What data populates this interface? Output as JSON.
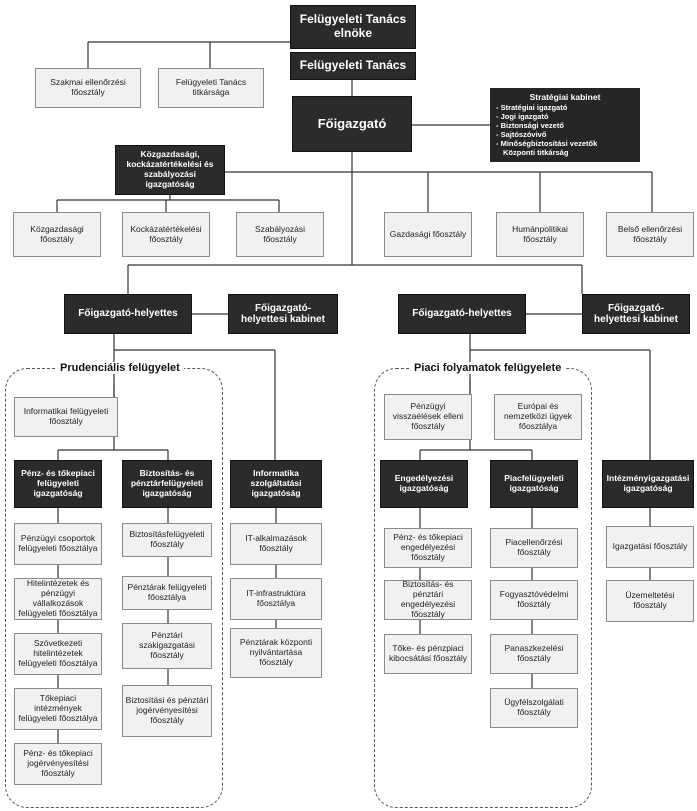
{
  "board": {
    "chair": "Felügyeleti Tanács elnöke",
    "council": "Felügyeleti Tanács",
    "supervision_dept": "Szakmai ellenőrzési főosztály",
    "secretariat": "Felügyeleti Tanács titkársága"
  },
  "ceo": "Főigazgató",
  "strategic_cabinet": {
    "title": "Stratégiai kabinet",
    "items": [
      "Stratégiai igazgató",
      "Jogi igazgató",
      "Biztonsági vezető",
      "Sajtószóvivő",
      "Minőségbiztosítási vezetők"
    ],
    "footer": "Központi titkárság"
  },
  "economic_directorate": {
    "title": "Közgazdasági, kockázatértékelési és szabályozási igazgatóság",
    "departments": [
      "Közgazdasági főosztály",
      "Kockázatértékelési főosztály",
      "Szabályozási főosztály"
    ]
  },
  "direct_departments": [
    "Gazdasági főosztály",
    "Humánpolitikai főosztály",
    "Belső ellenőrzési főosztály"
  ],
  "left": {
    "deputy": "Főigazgató-helyettes",
    "cabinet": "Főigazgató-helyettesi kabinet",
    "group_title": "Prudenciális felügyelet",
    "it_dept": "Informatikai felügyeleti főosztály",
    "money_dir": {
      "title": "Pénz- és tőkepiaci felügyeleti igazgatóság",
      "items": [
        "Pénzügyi csoportok felügyeleti főosztálya",
        "Hitelintézetek és pénzügyi vállalkozások felügyeleti főosztálya",
        "Szövetkezeti hitelintézetek felügyeleti főosztálya",
        "Tőkepiaci intézmények felügyeleti főosztálya",
        "Pénz- és tőkepiaci jogérvényesítési főosztály"
      ]
    },
    "insurance_dir": {
      "title": "Biztosítás- és pénztárfelügyeleti igazgatóság",
      "items": [
        "Biztosításfelügyeleti főosztály",
        "Pénztárak felügyeleti főosztálya",
        "Pénztári szakigazgatási főosztály",
        "Biztosítási és pénztári jogérvényesítési főosztály"
      ]
    },
    "it_services_dir": {
      "title": "Informatika szolgáltatási igazgatóság",
      "items": [
        "IT-alkalmazások főosztály",
        "IT-infrastruktúra főosztálya",
        "Pénztárak központi nyilvántartása főosztály"
      ]
    }
  },
  "right": {
    "deputy": "Főigazgató-helyettes",
    "cabinet": "Főigazgató-helyettesi kabinet",
    "group_title": "Piaci folyamatok felügyelete",
    "abuse_dept": "Pénzügyi visszaélések elleni főosztály",
    "intl_dept": "Európai és nemzetközi ügyek főosztálya",
    "licensing_dir": {
      "title": "Engedélyezési igazgatóság",
      "items": [
        "Pénz- és tőkepiaci engedélyezési főosztály",
        "Biztosítás- és pénztári engedélyezési főosztály",
        "Tőke- és pénzpiaci kibocsátási főosztály"
      ]
    },
    "market_dir": {
      "title": "Piacfelügyeleti igazgatóság",
      "items": [
        "Piacellenőrzési főosztály",
        "Fogyasztóvédelmi főosztály",
        "Panaszkezelési főosztály",
        "Ügyfélszolgálati főosztály"
      ]
    },
    "institution_dir": {
      "title": "Intézményigazgatási igazgatóság",
      "items": [
        "Igazgatási főosztály",
        "Üzemeltetési főosztály"
      ]
    }
  }
}
